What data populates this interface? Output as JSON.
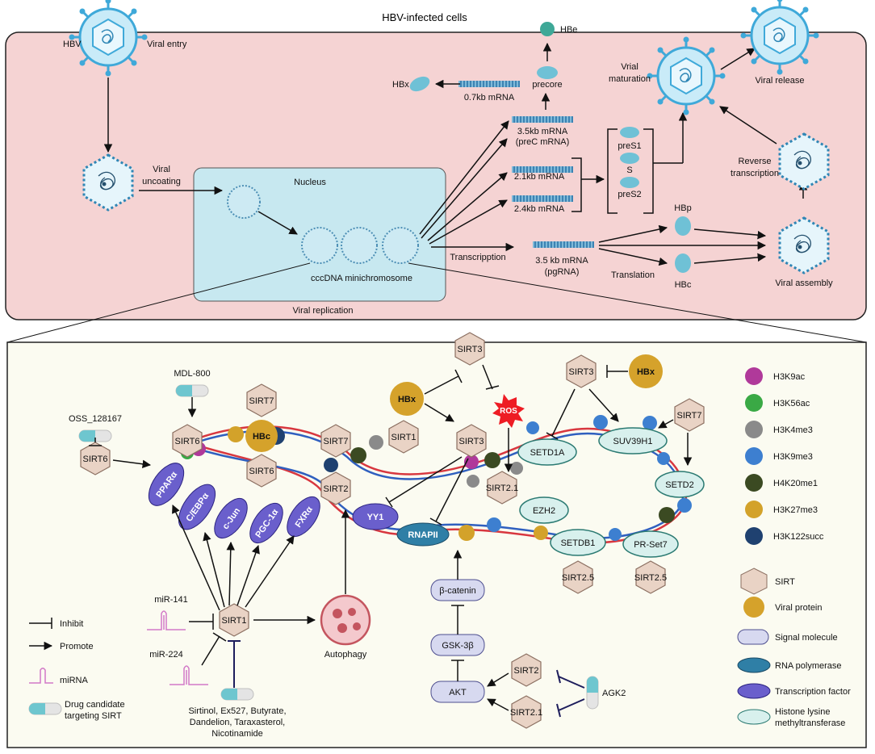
{
  "top": {
    "title": "HBV-infected cells",
    "hbv": "HBV",
    "viral_entry": "Viral entry",
    "viral_uncoating_1": "Viral",
    "viral_uncoating_2": "uncoating",
    "nucleus": "Nucleus",
    "cccdna": "cccDNA minichromosome",
    "viral_replication": "Viral replication",
    "transcription": "Transcripption",
    "hbe": "HBe",
    "hbx": "HBx",
    "precore": "precore",
    "mrna_07": "0.7kb mRNA",
    "mrna_35_1": "3.5kb mRNA",
    "mrna_35_2": "(preC mRNA)",
    "mrna_21": "2.1kb mRNA",
    "mrna_24": "2.4kb mRNA",
    "pres1": "preS1",
    "s": "S",
    "pres2": "preS2",
    "pg_1": "3.5 kb mRNA",
    "pg_2": "(pgRNA)",
    "translation": "Translation",
    "hbp": "HBp",
    "hbc": "HBc",
    "viral_assembly": "Viral  assembly",
    "reverse_1": "Reverse",
    "reverse_2": "transcription",
    "maturation_1": "Vrial",
    "maturation_2": "maturation",
    "viral_release": "Viral release"
  },
  "bottom": {
    "mdl": "MDL-800",
    "oss": "OSS_128167",
    "sirt6_a": "SIRT6",
    "sirt6_b": "SIRT6",
    "sirt6_c": "SIRT6",
    "sirt7_a": "SIRT7",
    "sirt7_b": "SIRT7",
    "sirt7_c": "SIRT7",
    "sirt2_a": "SIRT2",
    "sirt2_b": "SIRT2",
    "sirt1_a": "SIRT1",
    "sirt1_b": "SIRT1",
    "sirt3_a": "SIRT3",
    "sirt3_b": "SIRT3",
    "sirt3_c": "SIRT3",
    "sirt21_a": "SIRT2.1",
    "sirt21_b": "SIRT2.1",
    "sirt25_a": "SIRT2.5",
    "sirt25_b": "SIRT2.5",
    "hbc": "HBc",
    "hbx_a": "HBx",
    "hbx_b": "HBx",
    "ros": "ROS",
    "ppara": "PPARα",
    "cebpa": "C/EBPα",
    "cjun": "c-Jun",
    "pgc1a": "PGC-1α",
    "fxra": "FXRα",
    "yy1": "YY1",
    "rnapii": "RNAPII",
    "setd1a": "SETD1A",
    "suv39h1": "SUV39H1",
    "setd2": "SETD2",
    "ezh2": "EZH2",
    "setdb1": "SETDB1",
    "prset7": "PR-Set7",
    "bcatenin": "β-catenin",
    "gsk3b": "GSK-3β",
    "akt": "AKT",
    "agk2": "AGK2",
    "mir141": "miR-141",
    "mir224": "miR-224",
    "autophagy": "Autophagy",
    "drugs_1": "Sirtinol, Ex527, Butyrate,",
    "drugs_2": "Dandelion, Taraxasterol,",
    "drugs_3": "Nicotinamide"
  },
  "legend_left": {
    "inhibit": "Inhibit",
    "promote": "Promote",
    "mirna": "miRNA",
    "drug_1": "Drug candidate",
    "drug_2": "targeting SIRT"
  },
  "legend_right": {
    "marks": [
      {
        "label": "H3K9ac",
        "color": "#b0399a"
      },
      {
        "label": "H3K56ac",
        "color": "#3aa945"
      },
      {
        "label": "H3K4me3",
        "color": "#8a8a8a"
      },
      {
        "label": "H3K9me3",
        "color": "#3d7fd0"
      },
      {
        "label": "H4K20me1",
        "color": "#3b4a22"
      },
      {
        "label": "H3K27me3",
        "color": "#d3a22a"
      },
      {
        "label": "H3K122succ",
        "color": "#1f4170"
      }
    ],
    "types": [
      {
        "label": "SIRT"
      },
      {
        "label": "Viral protein"
      },
      {
        "label": "Signal molecule"
      },
      {
        "label": "RNA polymerase"
      },
      {
        "label": "Transcription factor"
      },
      {
        "label": "Histone lysine",
        "label2": "methyltransferase"
      }
    ]
  },
  "colors": {
    "cell_bg": "#f5d3d3",
    "nucleus_bg": "#c7e8f0",
    "panel_bg": "#fbfbf1",
    "sirt_fill": "#e9d3c5",
    "viral_protein": "#d5a22b",
    "transcription_factor": "#6a5fcc",
    "rna_polymerase": "#2f7fa6",
    "hmt": "#d8f0ed",
    "signal": "#d7d9f0",
    "virus": "#3fa9d9"
  }
}
